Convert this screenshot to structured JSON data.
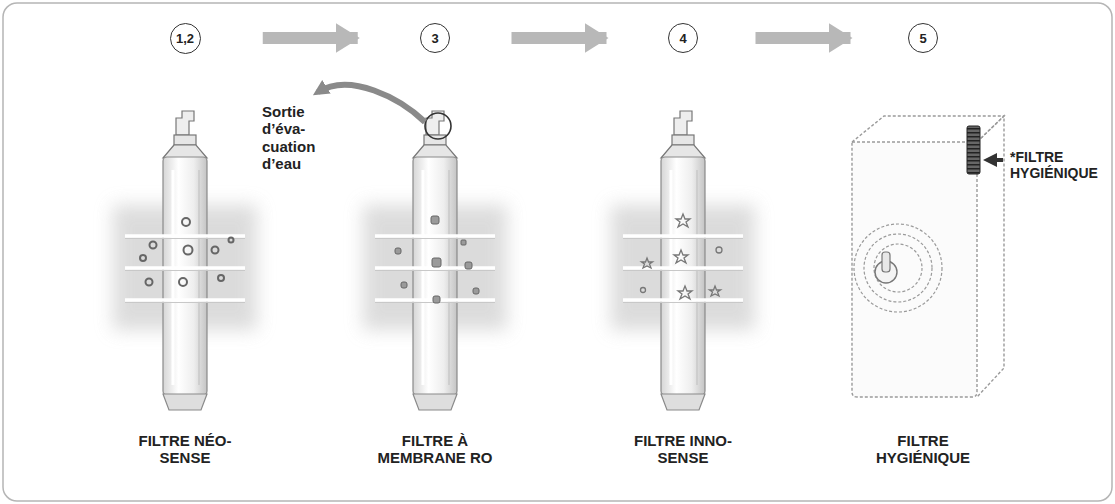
{
  "diagram": {
    "nodes": [
      {
        "text": [
          "1,2"
        ]
      },
      {
        "text": [
          "3"
        ]
      },
      {
        "text": [
          "4"
        ]
      },
      {
        "text": [
          "5"
        ]
      }
    ],
    "edges": [
      {
        "from": 0,
        "to": 1,
        "arrow": "to"
      },
      {
        "from": 1,
        "to": 2,
        "arrow": "to"
      },
      {
        "from": 2,
        "to": 3,
        "arrow": "to"
      }
    ],
    "labels": [
      "Sortie d’éva- cuation d’eau",
      "*FILTRE HYGIÉNIQUE",
      "FILTRE NÉO-SENSE",
      "FILTRE À MEMBRANE RO",
      "FILTRE INNO-SENSE",
      "FILTRE HYGIÉNIQUE"
    ]
  }
}
